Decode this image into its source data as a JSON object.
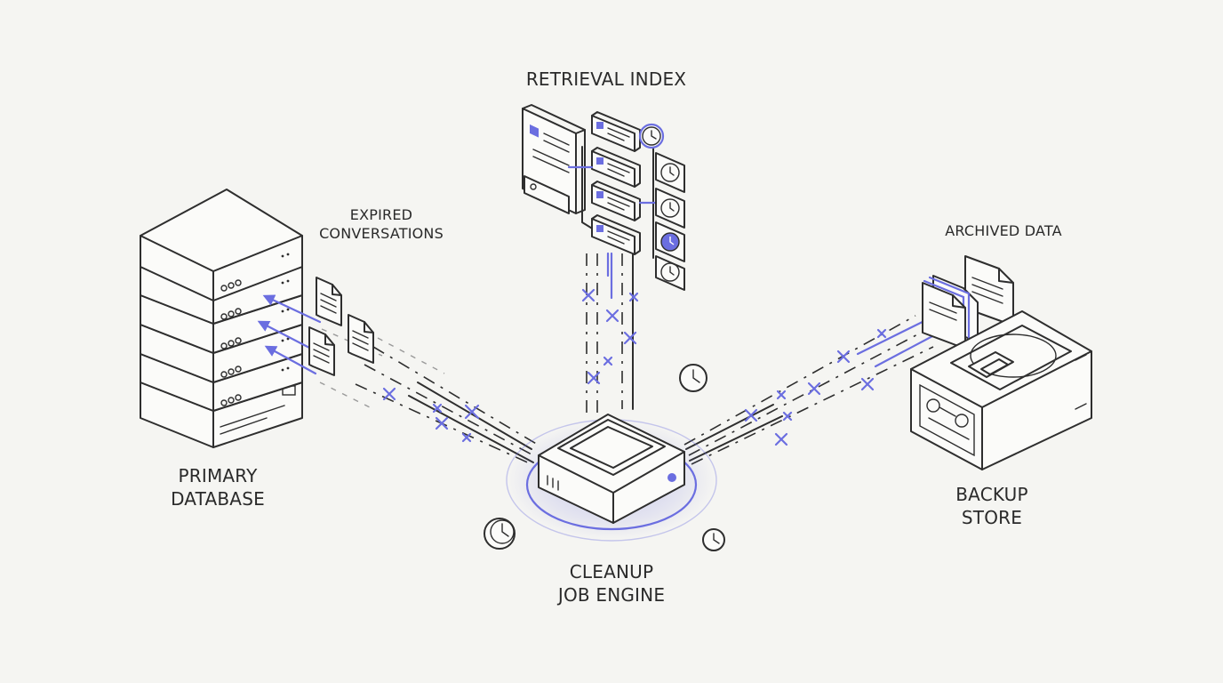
{
  "labels": {
    "retrieval_index": "RETRIEVAL INDEX",
    "expired_line1": "EXPIRED",
    "expired_line2": "CONVERSATIONS",
    "archived_data": "ARCHIVED DATA",
    "primary_line1": "PRIMARY",
    "primary_line2": "DATABASE",
    "backup_line1": "BACKUP",
    "backup_line2": "STORE",
    "cleanup_line1": "CLEANUP",
    "cleanup_line2": "JOB ENGINE"
  },
  "colors": {
    "accent": "#6b6ee0",
    "line": "#2e2e2e",
    "background": "#f5f5f2"
  }
}
